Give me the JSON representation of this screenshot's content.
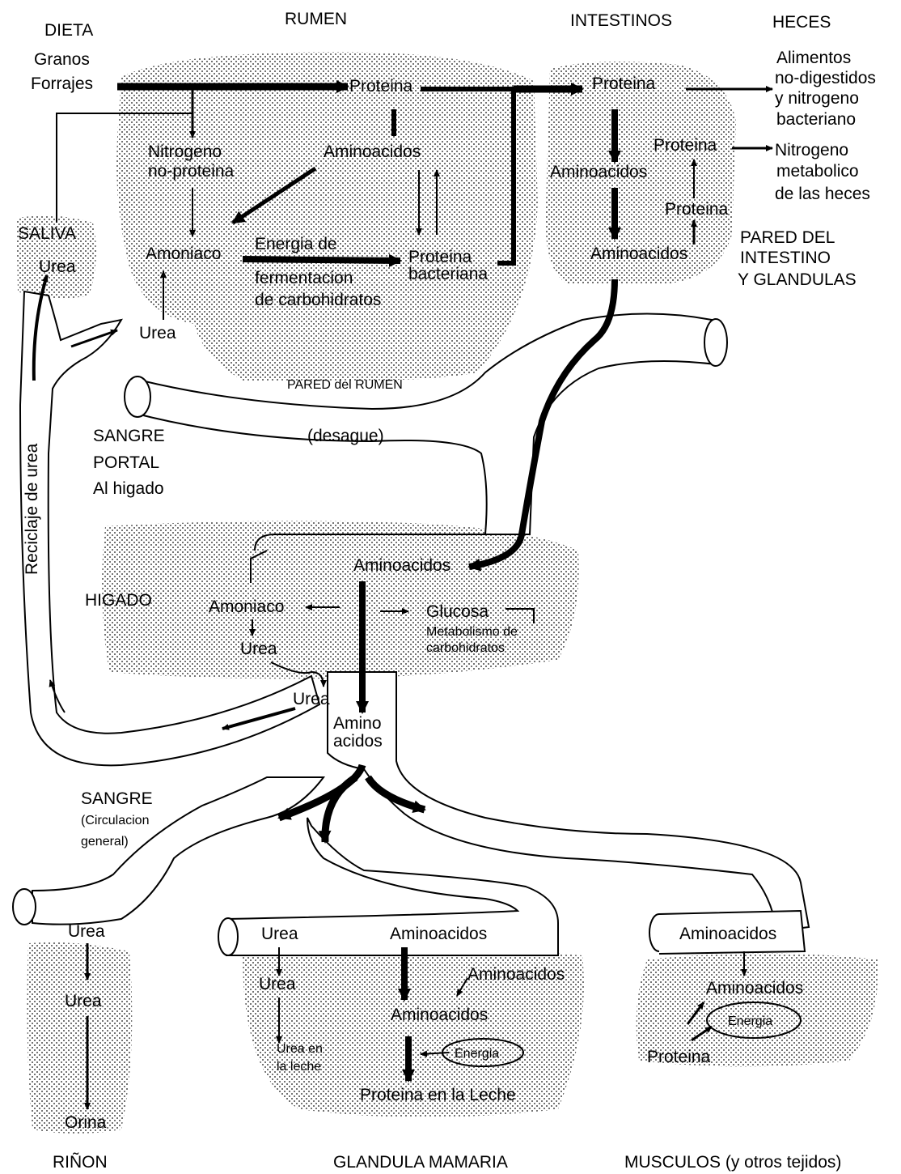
{
  "headers": {
    "dieta": "DIETA",
    "rumen": "RUMEN",
    "intestinos": "INTESTINOS",
    "heces": "HECES",
    "rinon": "RIÑON",
    "glandula": "GLANDULA MAMARIA",
    "musculos": "MUSCULOS (y otros tejidos)"
  },
  "diet": {
    "line1": "Granos",
    "line2": "Forrajes"
  },
  "rumen": {
    "proteina": "Proteina",
    "nitrogeno1": "Nitrogeno",
    "nitrogeno2": "no-proteina",
    "aminoacidos": "Aminoacidos",
    "amoniaco": "Amoniaco",
    "energia1": "Energia de",
    "energia2": "fermentacion",
    "energia3": "de carbohidratos",
    "bact1": "Proteina",
    "bact2": "bacteriana",
    "urea": "Urea",
    "pared": "PARED del RUMEN"
  },
  "intestine": {
    "proteina": "Proteina",
    "aminoacidos1": "Aminoacidos",
    "aminoacidos2": "Aminoacidos",
    "proteina_pared1": "Proteina",
    "proteina_pared2": "Proteina",
    "pared1": "PARED DEL",
    "pared2": "INTESTINO",
    "pared3": "Y GLANDULAS"
  },
  "feces": {
    "a1": "Alimentos",
    "a2": "no-digestidos",
    "a3": "y nitrogeno",
    "a4": "bacteriano",
    "n1": "Nitrogeno",
    "n2": "metabolico",
    "n3": "de las heces"
  },
  "saliva": {
    "label": "SALIVA",
    "urea": "Urea"
  },
  "portal": {
    "line1": "SANGRE",
    "line2": "PORTAL",
    "line3": "Al higado",
    "desague": "(desague)"
  },
  "recycle": "Reciclaje de urea",
  "liver": {
    "label": "HIGADO",
    "aminoacidos": "Aminoacidos",
    "amoniaco": "Amoniaco",
    "glucosa": "Glucosa",
    "metab1": "Metabolismo de",
    "metab2": "carbohidratos",
    "urea": "Urea"
  },
  "blood": {
    "urea": "Urea",
    "amino1": "Amino",
    "amino2": "acidos",
    "sangre1": "SANGRE",
    "sangre2": "(Circulacion",
    "sangre3": "general)"
  },
  "kidney": {
    "urea1": "Urea",
    "urea2": "Urea",
    "orina": "Orina"
  },
  "mammary": {
    "urea1": "Urea",
    "urea2": "Urea",
    "leche1": "Urea en",
    "leche2": "la leche",
    "amino1": "Aminoacidos",
    "amino2": "Aminoacidos",
    "amino3": "Aminoacidos",
    "energia": "Energia",
    "proteina": "Proteina en la Leche"
  },
  "muscle": {
    "amino1": "Aminoacidos",
    "amino2": "Aminoacidos",
    "energia": "Energia",
    "proteina": "Proteina"
  }
}
